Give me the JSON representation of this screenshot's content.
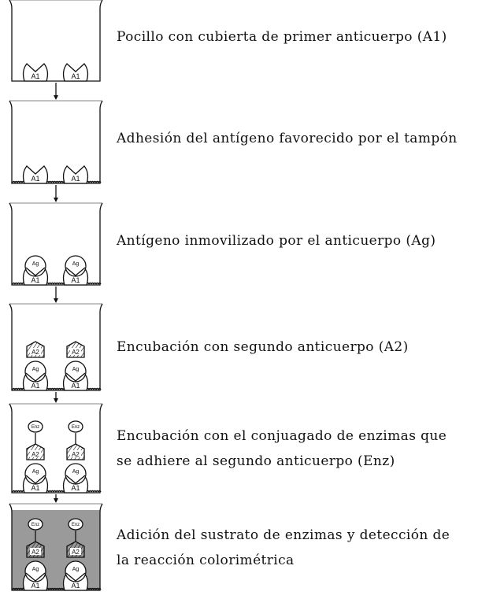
{
  "steps": [
    {
      "caption": [
        "Pocillo con cubierta de primer anticuerpo (A1)"
      ],
      "layers": [
        "A1"
      ]
    },
    {
      "caption": [
        "Adhesión del antígeno favorecido por el tampón"
      ],
      "layers": [
        "A1"
      ],
      "blocking": true
    },
    {
      "caption": [
        "Antígeno inmovilizado por el anticuerpo (Ag)"
      ],
      "layers": [
        "A1",
        "Ag"
      ],
      "blocking": true
    },
    {
      "caption": [
        "Encubación con segundo anticuerpo (A2)"
      ],
      "layers": [
        "A1",
        "Ag",
        "A2"
      ],
      "blocking": true
    },
    {
      "caption": [
        "Encubación con el conjuagado de enzimas que",
        "se adhiere al segundo anticuerpo (Enz)"
      ],
      "layers": [
        "A1",
        "Ag",
        "A2",
        "Enz"
      ],
      "blocking": true
    },
    {
      "caption": [
        "Adición del sustrato de enzimas y detección de",
        "la reacción colorimétrica"
      ],
      "layers": [
        "A1",
        "Ag",
        "A2",
        "Enz"
      ],
      "blocking": true,
      "substrate": true
    }
  ],
  "colors": {
    "line": "#111111",
    "substrate": "#9a9a9a",
    "background": "#ffffff"
  }
}
